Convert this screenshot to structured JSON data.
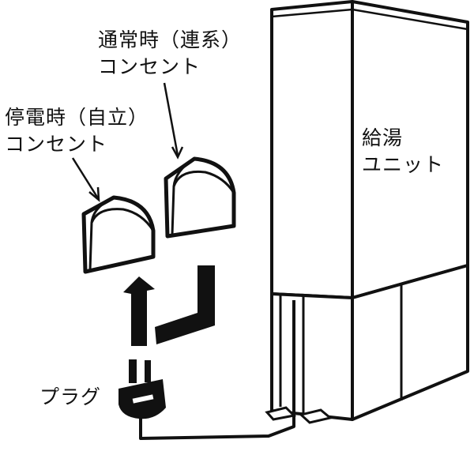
{
  "labels": {
    "normal_outlet_line1": "通常時（連系）",
    "normal_outlet_line2": "コンセント",
    "outage_outlet_line1": "停電時（自立）",
    "outage_outlet_line2": "コンセント",
    "water_heater_line1": "給湯",
    "water_heater_line2": "ユニット",
    "plug": "プラグ"
  },
  "colors": {
    "line": "#111111",
    "background": "#ffffff"
  }
}
